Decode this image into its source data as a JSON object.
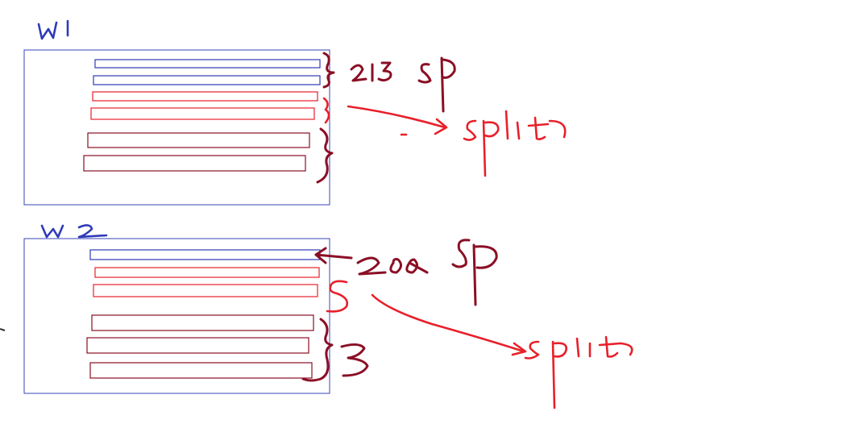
{
  "colors": {
    "blue": "#2e3bb8",
    "red": "#e8202a",
    "dark_red": "#8a0f25"
  },
  "panels": [
    {
      "label": "W1",
      "annotation_top": "213 sp",
      "annotation_split": "split",
      "bar_colors": [
        "blue",
        "blue",
        "red",
        "red",
        "dark_red",
        "dark_red"
      ]
    },
    {
      "label": "W2",
      "annotation_top": "200 sp",
      "annotation_split": "split",
      "annotation_count": "3",
      "bar_colors": [
        "blue",
        "red",
        "red",
        "dark_red",
        "dark_red",
        "dark_red"
      ]
    }
  ]
}
